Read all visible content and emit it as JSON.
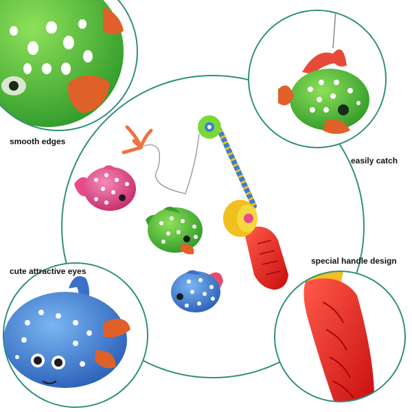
{
  "labels": {
    "smooth_edges": "smooth edges",
    "easily_catch": "easily catch",
    "cute_eyes": "cute attractive eyes",
    "handle_design": "special handle design"
  },
  "colors": {
    "ring": "#2f8f78",
    "green_fish": "#5bbf3a",
    "pink_fish": "#e84a8a",
    "blue_fish": "#4a8ad8",
    "rod_handle": "#e02828",
    "rod_reel": "#f0c020",
    "rod_shaft": "#3a7fd0",
    "hook": "#f07040",
    "fin": "#e0602a"
  },
  "icons": [
    "green-fish-closeup",
    "fish-with-hook",
    "blue-fish-closeup",
    "red-handle-closeup",
    "pink-fish",
    "green-fish",
    "blue-fish",
    "fishing-rod",
    "hook"
  ]
}
